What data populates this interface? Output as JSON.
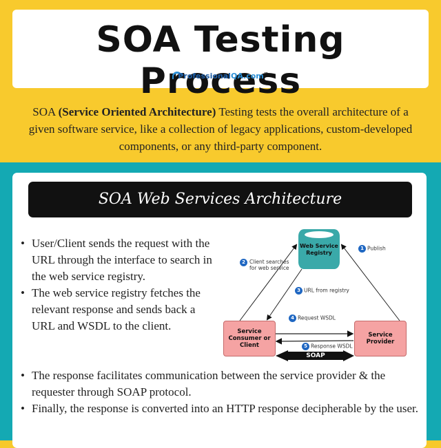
{
  "header": {
    "title": "SOA Testing Process",
    "logo": {
      "brand_main": "Professional",
      "brand_qa": "QA",
      "brand_tld": ".com",
      "trademark": "™"
    }
  },
  "intro": {
    "prefix": "SOA ",
    "bold": "(Service Oriented Architecture)",
    "rest": " Testing tests the overall architecture of a given software service, like a collection of legacy applications, custom-developed components, or any third-party component."
  },
  "section": {
    "banner": "SOA Web Services Architecture",
    "bullets_left": [
      "User/Client sends the request with the URL through the interface to search in the web service registry.",
      "The web service registry fetches the relevant response and sends back a URL and WSDL to the client."
    ],
    "bullets_bottom": [
      "The response facilitates communication between the service provider & the requester through SOAP protocol.",
      "Finally, the response is converted into an HTTP response decipherable by the user."
    ]
  },
  "diagram": {
    "registry_label": "Web Service Registry",
    "consumer_label": "Service Consumer or Client",
    "provider_label": "Service Provider",
    "protocol_label": "SOAP",
    "steps": [
      {
        "num": "1",
        "label": "Publish"
      },
      {
        "num": "2",
        "label": "Client searches for web service"
      },
      {
        "num": "3",
        "label": "URL from registry"
      },
      {
        "num": "4",
        "label": "Request WSDL"
      },
      {
        "num": "5",
        "label": "Response WSDL"
      }
    ]
  },
  "colors": {
    "yellow": "#f8ca2d",
    "teal": "#14a9b3",
    "banner_black": "#111111",
    "registry_teal": "#3aa9a9",
    "box_pink": "#f5a3a3",
    "step_blue": "#1f67c2"
  }
}
